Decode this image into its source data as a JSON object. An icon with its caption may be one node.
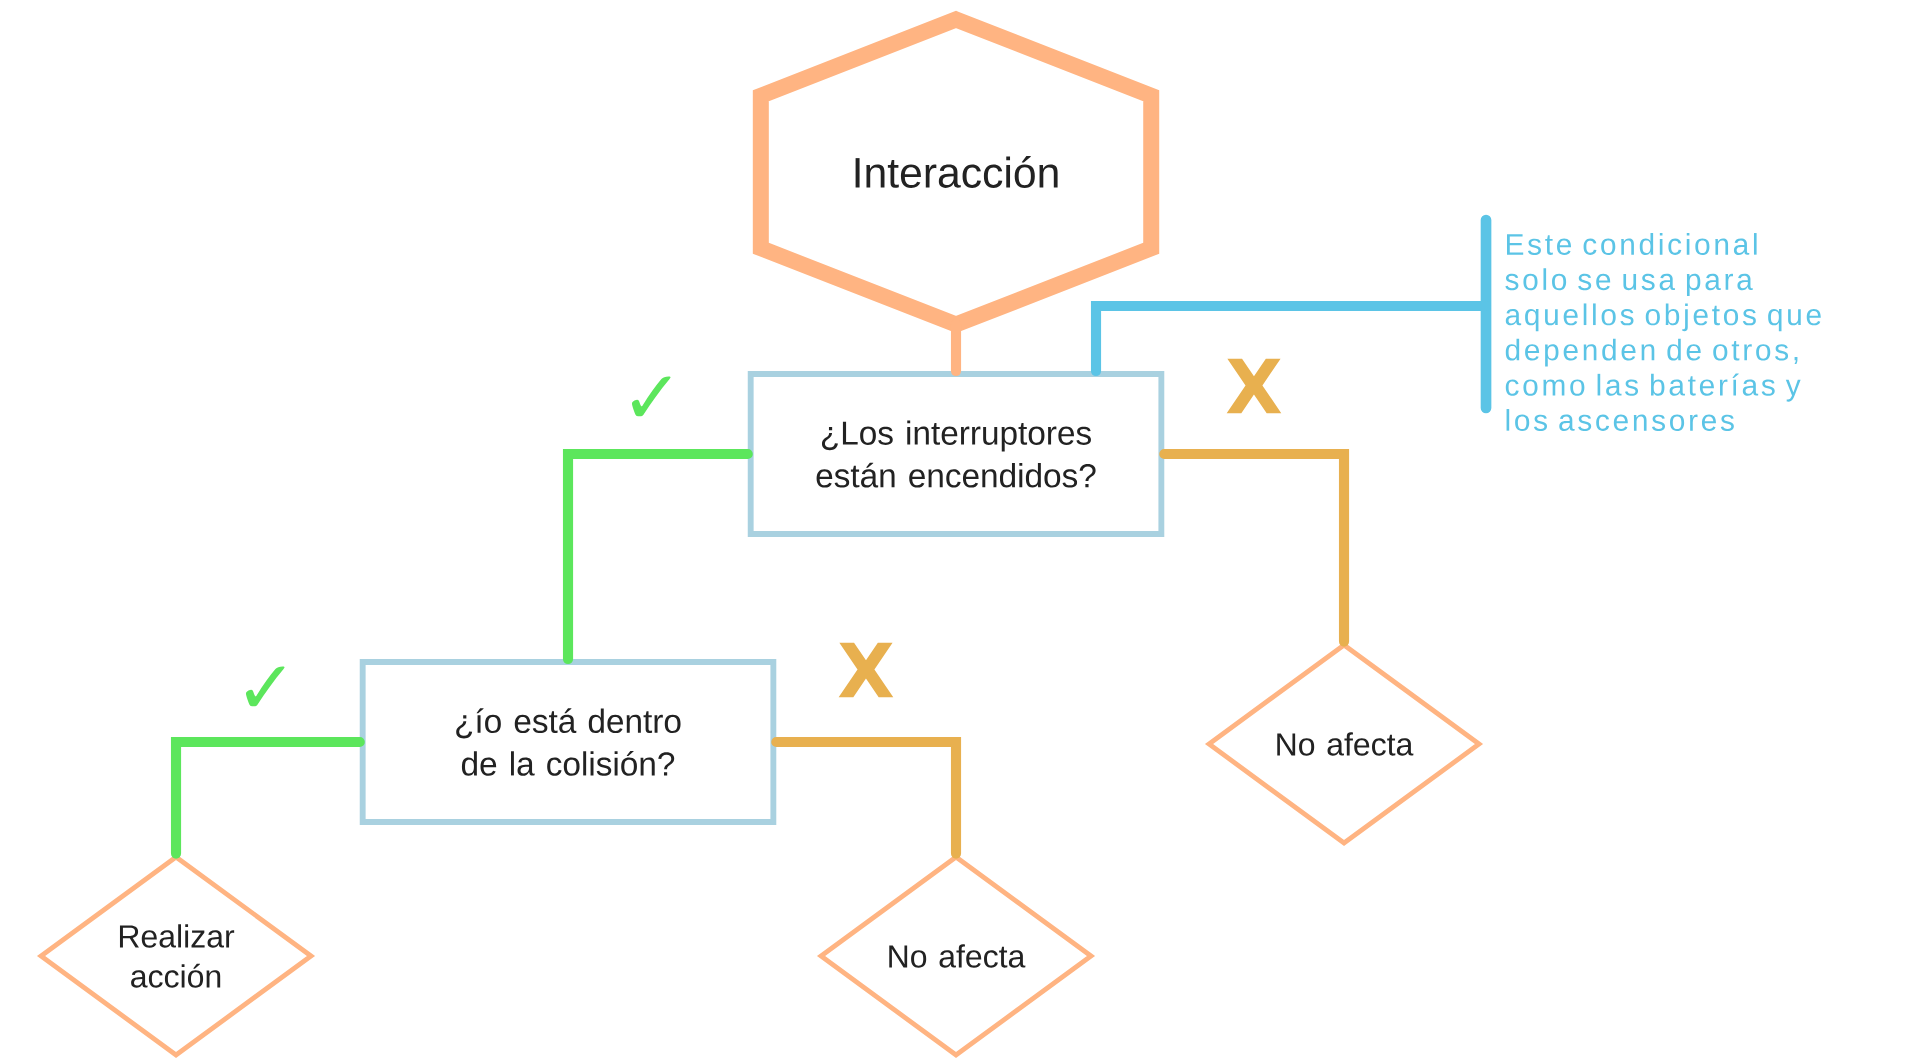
{
  "diagram": {
    "nodes": [
      {
        "text": [
          "Interacción"
        ]
      },
      {
        "text": [
          "¿Los interruptores están encendidos?"
        ]
      },
      {
        "text": [
          "¿ío está dentro de la colisión?"
        ]
      },
      {
        "text": [
          "Realizar acción"
        ]
      },
      {
        "text": [
          "No afecta"
        ]
      },
      {
        "text": [
          "No afecta"
        ]
      },
      {
        "text": [
          "Este condicional solo se usa para aquellos objetos que dependen de otros, como las baterías y los ascensores"
        ]
      }
    ],
    "edges": [
      {
        "from": 0,
        "to": 1,
        "arrow": "none",
        "color": "#ffb482"
      },
      {
        "from": 1,
        "to": 2,
        "arrow": "none",
        "color": "#5ce65c",
        "label": "✓"
      },
      {
        "from": 1,
        "to": 5,
        "arrow": "none",
        "color": "#e8b04f",
        "label": "X"
      },
      {
        "from": 1,
        "to": 6,
        "arrow": "none",
        "color": "#5bc4e6"
      },
      {
        "from": 2,
        "to": 3,
        "arrow": "none",
        "color": "#5ce65c",
        "label": "✓"
      },
      {
        "from": 2,
        "to": 4,
        "arrow": "none",
        "color": "#e8b04f",
        "label": "X"
      }
    ]
  }
}
